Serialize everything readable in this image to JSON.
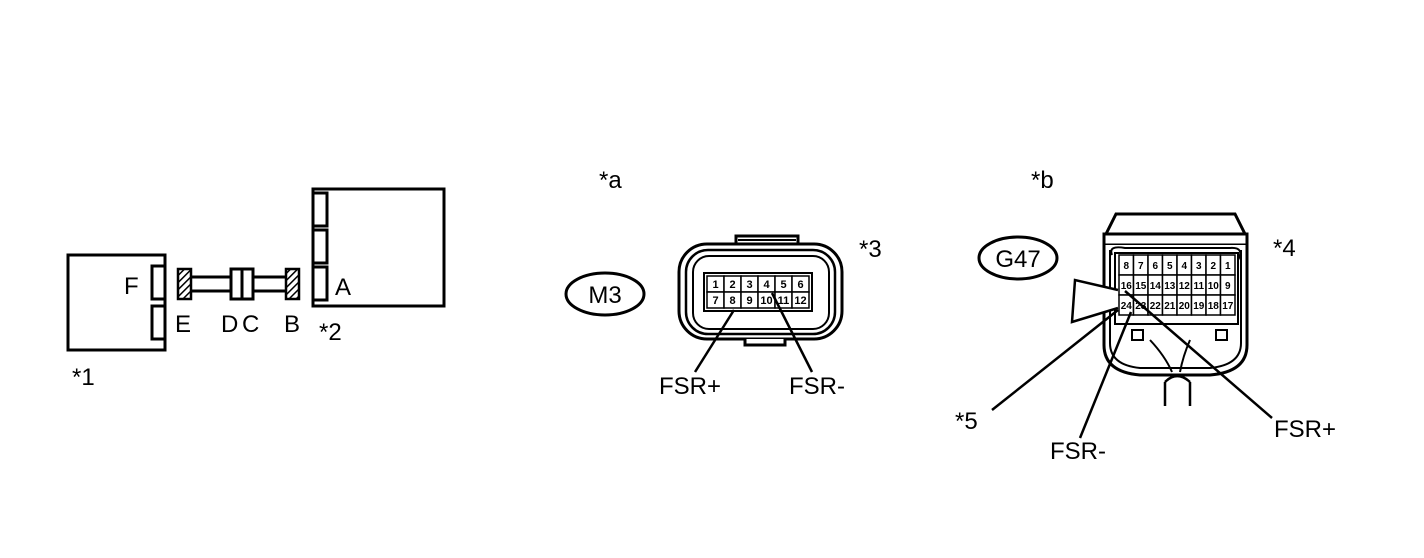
{
  "left_diagram": {
    "component_1": "*1",
    "component_2": "*2",
    "terminal_a": "A",
    "terminal_b": "B",
    "terminal_c": "C",
    "terminal_d": "D",
    "terminal_e": "E",
    "terminal_f": "F"
  },
  "connector_a": {
    "view_label": "*a",
    "code": "M3",
    "callout": "*3",
    "pins_top": [
      "1",
      "2",
      "3",
      "4",
      "5",
      "6"
    ],
    "pins_bottom": [
      "7",
      "8",
      "9",
      "10",
      "11",
      "12"
    ],
    "signal_pos": "FSR+",
    "signal_neg": "FSR-"
  },
  "connector_b": {
    "view_label": "*b",
    "code": "G47",
    "callout_4": "*4",
    "callout_5": "*5",
    "pins_row1": [
      "8",
      "7",
      "6",
      "5",
      "4",
      "3",
      "2",
      "1"
    ],
    "pins_row2": [
      "16",
      "15",
      "14",
      "13",
      "12",
      "11",
      "10",
      "9"
    ],
    "pins_row3": [
      "24",
      "23",
      "22",
      "21",
      "20",
      "19",
      "18",
      "17"
    ],
    "signal_pos": "FSR+",
    "signal_neg": "FSR-"
  }
}
